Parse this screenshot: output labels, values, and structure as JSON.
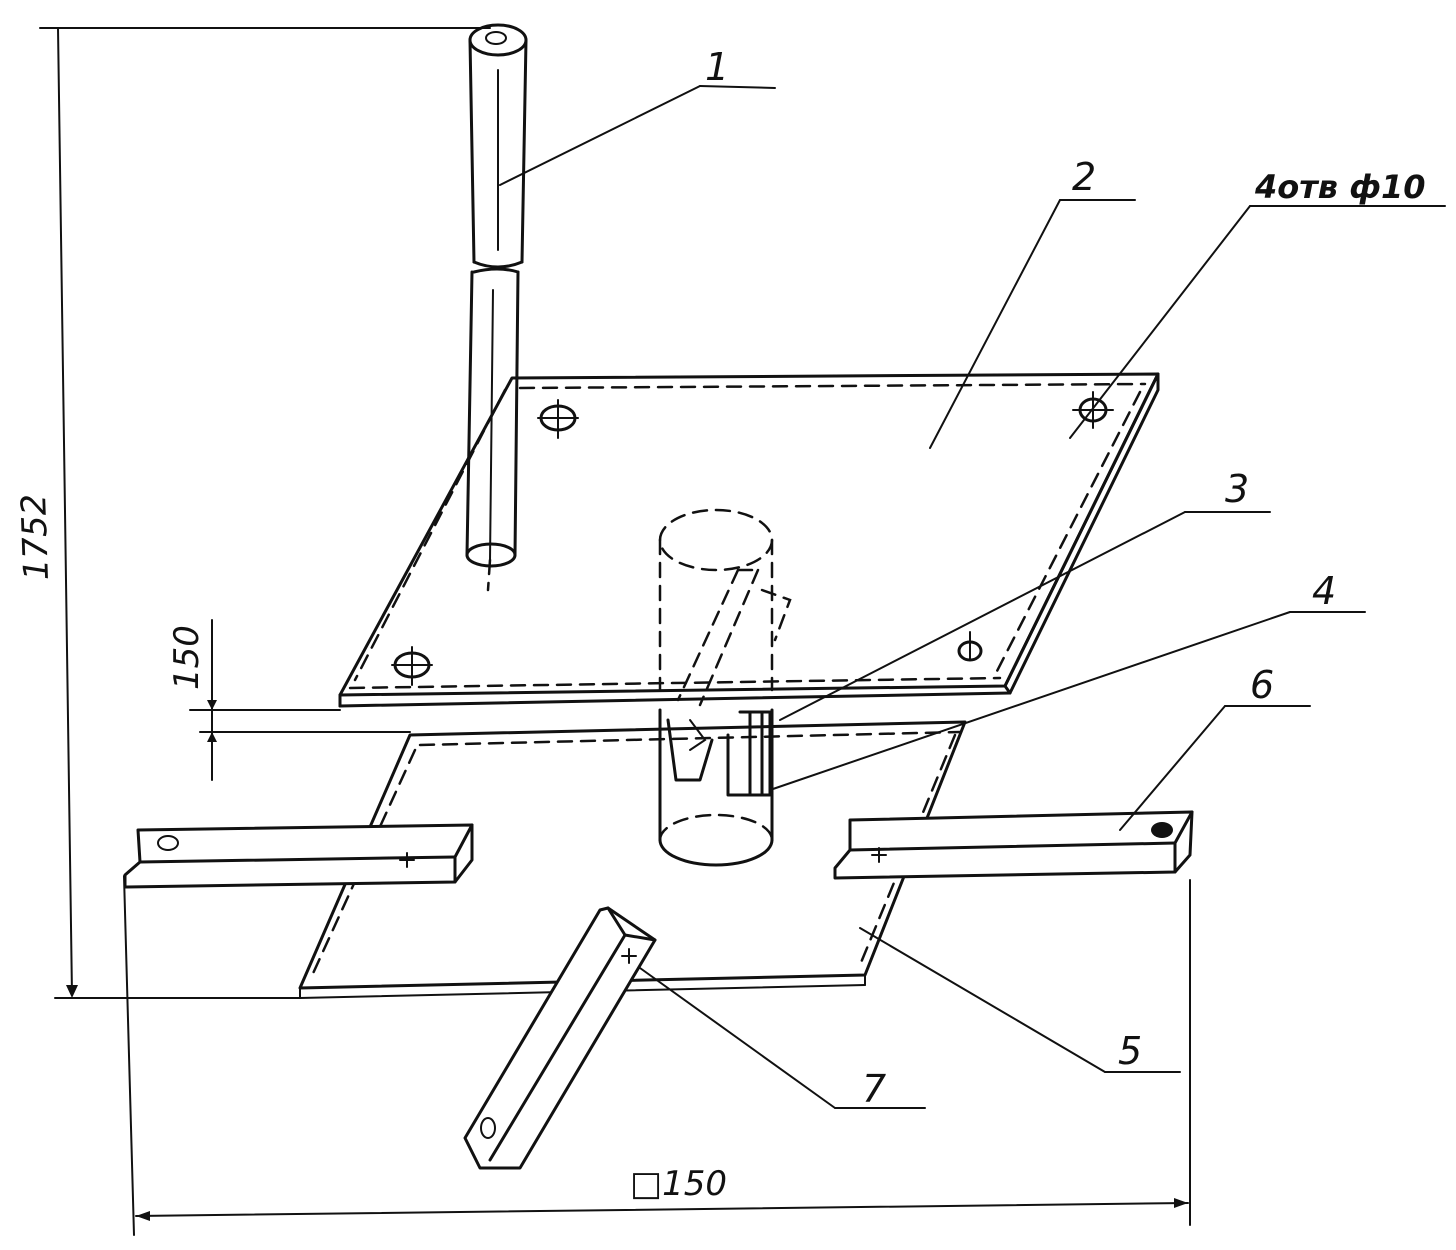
{
  "labels": {
    "item1": "1",
    "item2": "2",
    "item3": "3",
    "item4": "4",
    "item5": "5",
    "item6": "6",
    "item7": "7",
    "holes_note": "4отв ф10"
  },
  "dimensions": {
    "height": "1752",
    "gap": "150",
    "square": "□150"
  }
}
